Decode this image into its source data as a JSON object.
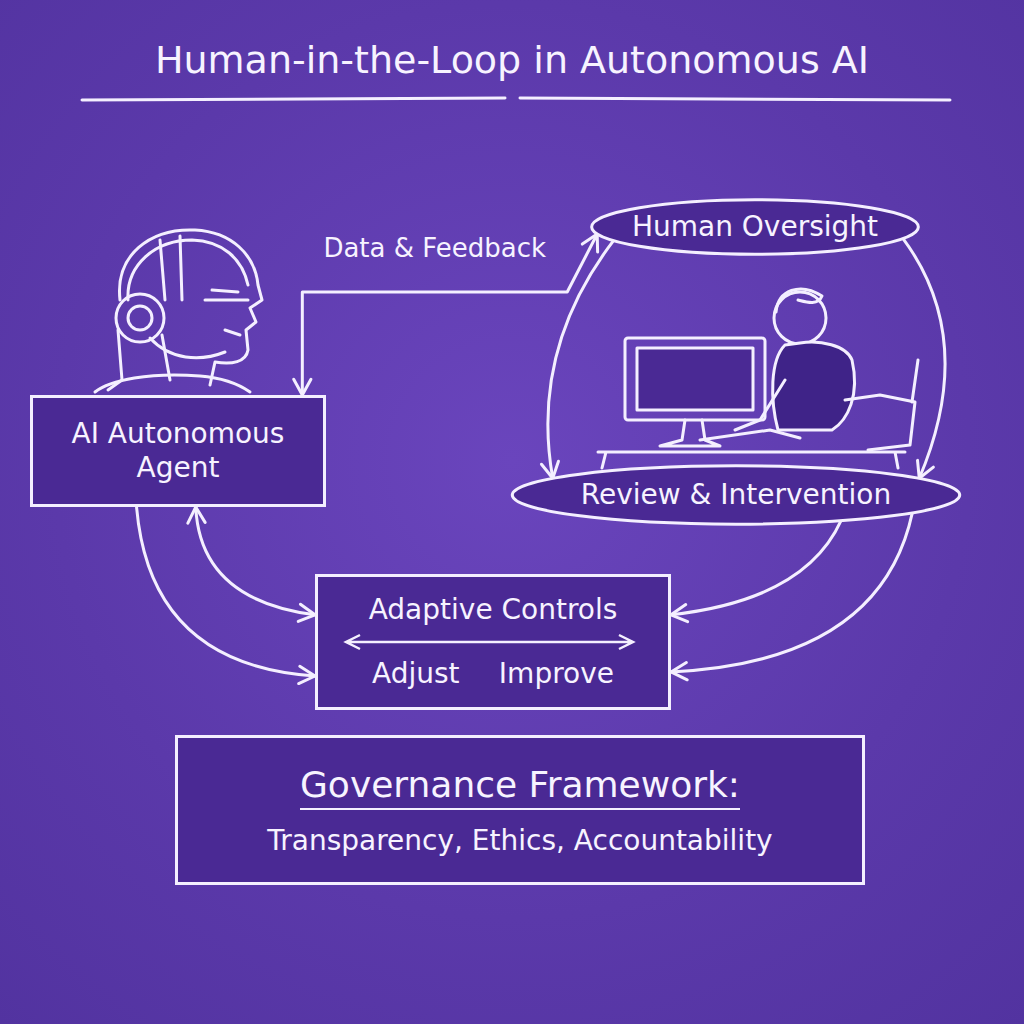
{
  "diagram": {
    "title": "Human-in-the-Loop in Autonomous AI",
    "nodes": [
      {
        "text": [
          "AI Autonomous Agent"
        ]
      },
      {
        "text": [
          "Human Oversight"
        ]
      },
      {
        "text": [
          "Review & Intervention"
        ]
      },
      {
        "text": [
          "Adaptive Controls",
          "Adjust",
          "Improve"
        ]
      },
      {
        "text": [
          "Governance Framework:",
          "Transparency, Ethics, Accountability"
        ]
      }
    ],
    "edges": [
      {
        "from": 0,
        "to": 1,
        "label": "Data & Feedback",
        "arrow": "both"
      },
      {
        "from": 1,
        "to": 2,
        "arrow": "to"
      },
      {
        "from": 1,
        "to": 2,
        "arrow": "to"
      },
      {
        "from": 2,
        "to": 3,
        "arrow": "to"
      },
      {
        "from": 2,
        "to": 3,
        "arrow": "to"
      },
      {
        "from": 0,
        "to": 3,
        "arrow": "both"
      },
      {
        "from": 0,
        "to": 3,
        "arrow": "to"
      }
    ]
  }
}
